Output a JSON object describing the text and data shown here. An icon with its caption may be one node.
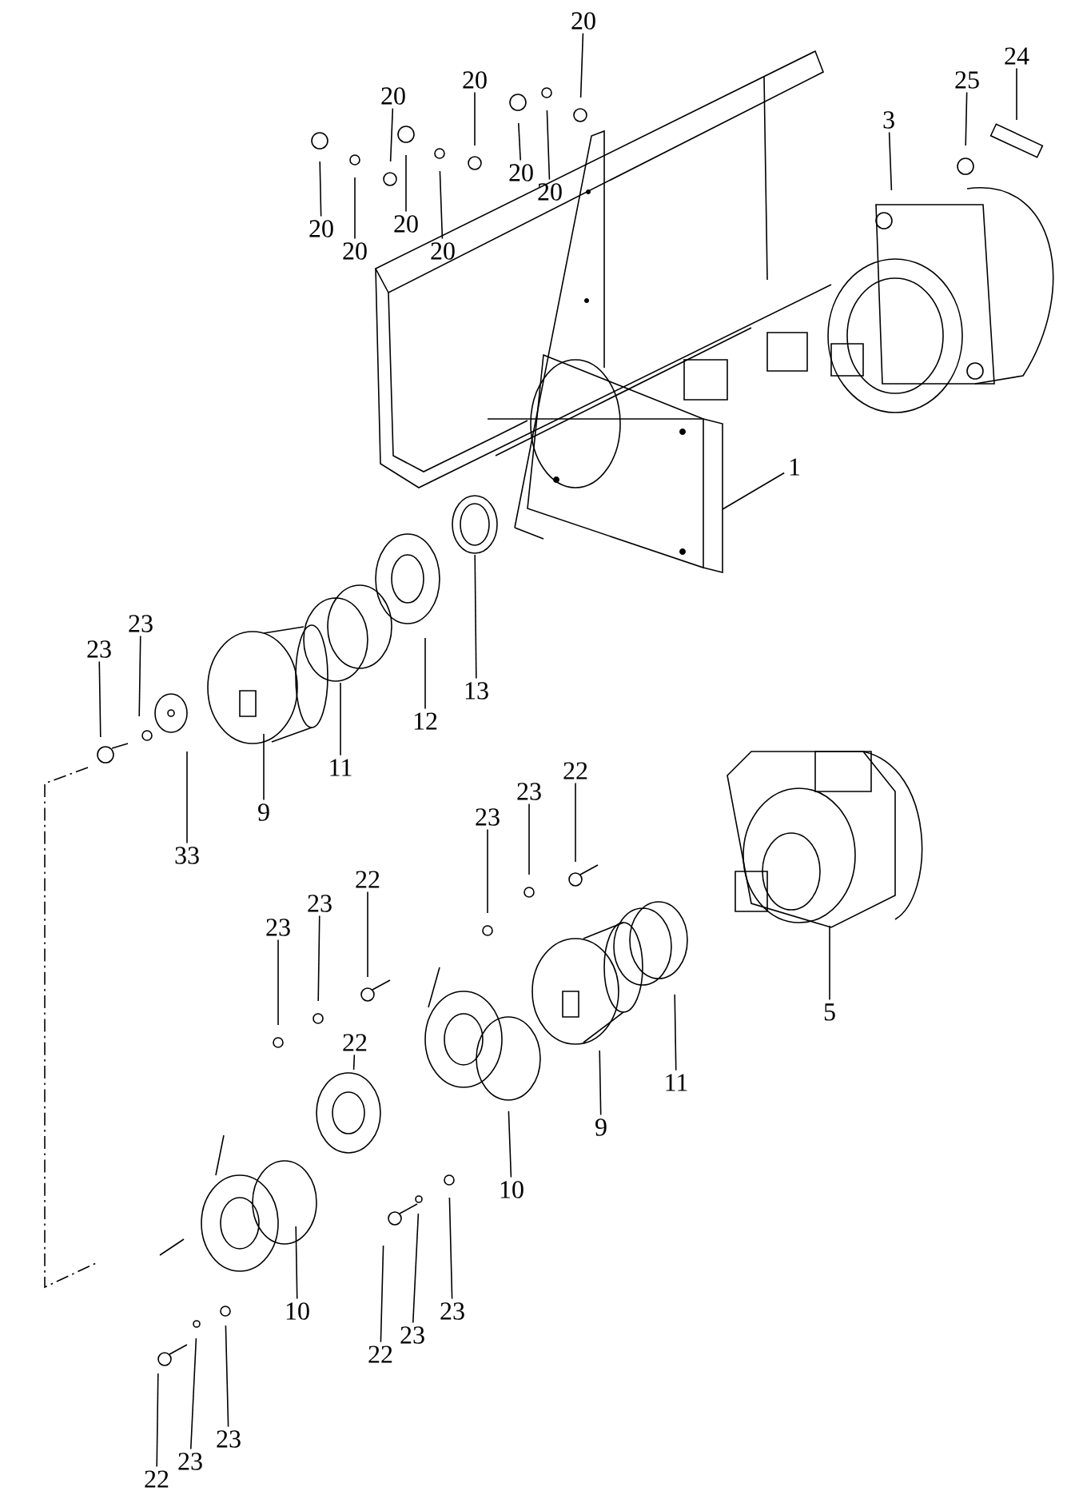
{
  "diagram": {
    "nodes": [
      {
        "text": [
          "20"
        ]
      },
      {
        "text": [
          "20"
        ]
      },
      {
        "text": [
          "20"
        ]
      },
      {
        "text": [
          "20"
        ]
      },
      {
        "text": [
          "20"
        ]
      },
      {
        "text": [
          "20"
        ]
      },
      {
        "text": [
          "20"
        ]
      },
      {
        "text": [
          "20"
        ]
      },
      {
        "text": [
          "20"
        ]
      },
      {
        "text": [
          "25"
        ]
      },
      {
        "text": [
          "24"
        ]
      },
      {
        "text": [
          "3"
        ]
      },
      {
        "text": [
          "1"
        ]
      },
      {
        "text": [
          "23"
        ]
      },
      {
        "text": [
          "23"
        ]
      },
      {
        "text": [
          "9"
        ]
      },
      {
        "text": [
          "11"
        ]
      },
      {
        "text": [
          "12"
        ]
      },
      {
        "text": [
          "13"
        ]
      },
      {
        "text": [
          "33"
        ]
      },
      {
        "text": [
          "22"
        ]
      },
      {
        "text": [
          "23"
        ]
      },
      {
        "text": [
          "23"
        ]
      },
      {
        "text": [
          "22"
        ]
      },
      {
        "text": [
          "23"
        ]
      },
      {
        "text": [
          "23"
        ]
      },
      {
        "text": [
          "22"
        ]
      },
      {
        "text": [
          "5"
        ]
      },
      {
        "text": [
          "11"
        ]
      },
      {
        "text": [
          "9"
        ]
      },
      {
        "text": [
          "10"
        ]
      },
      {
        "text": [
          "10"
        ]
      },
      {
        "text": [
          "22"
        ]
      },
      {
        "text": [
          "23"
        ]
      },
      {
        "text": [
          "23"
        ]
      },
      {
        "text": [
          "23"
        ]
      },
      {
        "text": [
          "23"
        ]
      },
      {
        "text": [
          "22"
        ]
      }
    ],
    "edges": [
      {
        "from": 0,
        "to": null,
        "arrow": "none"
      },
      {
        "from": 1,
        "to": null,
        "arrow": "none"
      },
      {
        "from": 2,
        "to": null,
        "arrow": "none"
      },
      {
        "from": 3,
        "to": null,
        "arrow": "none"
      },
      {
        "from": 4,
        "to": null,
        "arrow": "none"
      },
      {
        "from": 5,
        "to": null,
        "arrow": "none"
      },
      {
        "from": 6,
        "to": null,
        "arrow": "none"
      },
      {
        "from": 7,
        "to": null,
        "arrow": "none"
      },
      {
        "from": 8,
        "to": null,
        "arrow": "none"
      },
      {
        "from": 9,
        "to": null,
        "arrow": "none"
      },
      {
        "from": 10,
        "to": null,
        "arrow": "none"
      },
      {
        "from": 11,
        "to": null,
        "arrow": "none"
      },
      {
        "from": 12,
        "to": null,
        "arrow": "none"
      },
      {
        "from": 13,
        "to": null,
        "arrow": "none"
      },
      {
        "from": 14,
        "to": null,
        "arrow": "none"
      },
      {
        "from": 15,
        "to": null,
        "arrow": "none"
      },
      {
        "from": 16,
        "to": null,
        "arrow": "none"
      },
      {
        "from": 17,
        "to": null,
        "arrow": "none"
      },
      {
        "from": 18,
        "to": null,
        "arrow": "none"
      },
      {
        "from": 19,
        "to": null,
        "arrow": "none"
      },
      {
        "from": 20,
        "to": null,
        "arrow": "none"
      },
      {
        "from": 21,
        "to": null,
        "arrow": "none"
      },
      {
        "from": 22,
        "to": null,
        "arrow": "none"
      },
      {
        "from": 23,
        "to": null,
        "arrow": "none"
      },
      {
        "from": 24,
        "to": null,
        "arrow": "none"
      },
      {
        "from": 25,
        "to": null,
        "arrow": "none"
      },
      {
        "from": 26,
        "to": null,
        "arrow": "none"
      },
      {
        "from": 27,
        "to": null,
        "arrow": "none"
      },
      {
        "from": 28,
        "to": null,
        "arrow": "none"
      },
      {
        "from": 29,
        "to": null,
        "arrow": "none"
      },
      {
        "from": 30,
        "to": null,
        "arrow": "none"
      },
      {
        "from": 31,
        "to": null,
        "arrow": "none"
      },
      {
        "from": 32,
        "to": null,
        "arrow": "none"
      },
      {
        "from": 33,
        "to": null,
        "arrow": "none"
      },
      {
        "from": 34,
        "to": null,
        "arrow": "none"
      },
      {
        "from": 35,
        "to": null,
        "arrow": "none"
      },
      {
        "from": 36,
        "to": null,
        "arrow": "none"
      },
      {
        "from": 37,
        "to": null,
        "arrow": "none"
      }
    ]
  }
}
